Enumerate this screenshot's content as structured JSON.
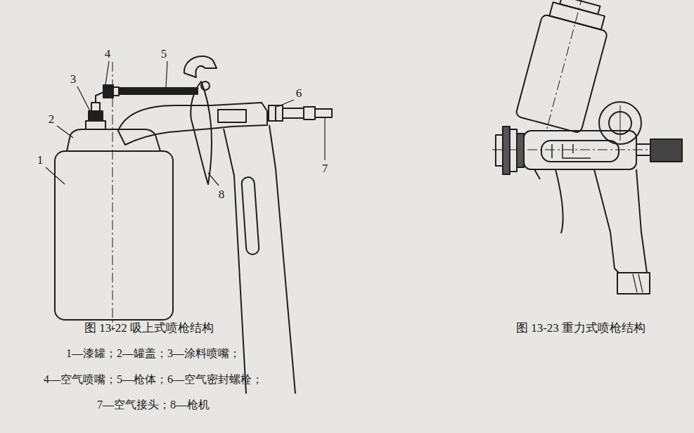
{
  "diagram": {
    "labels": [
      "1",
      "2",
      "3",
      "4",
      "5",
      "6",
      "7",
      "8",
      "图 13-22 吸上式喷枪结构",
      "1—漆罐；2—罐盖；3—涂料喷嘴；",
      "4—空气喷嘴；5—枪体；6—空气密封螺栓；",
      "7—空气接头；8—枪机",
      "图 13-23 重力式喷枪结构"
    ]
  }
}
